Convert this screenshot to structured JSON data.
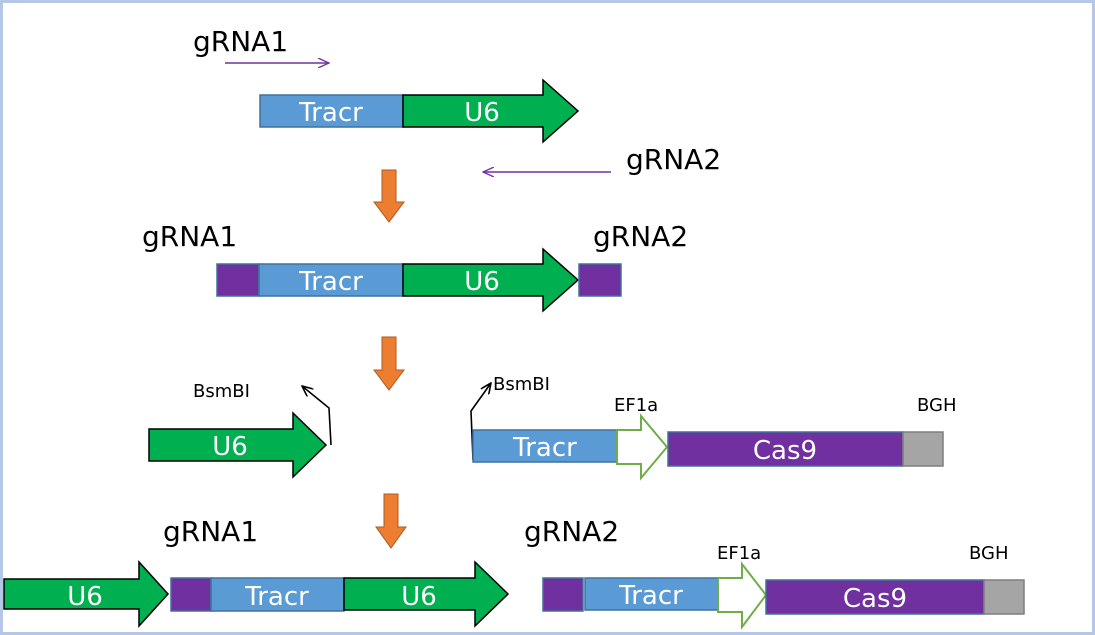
{
  "colors": {
    "frame": "#B4C7E7",
    "tracr_fill": "#5B9BD5",
    "tracr_stroke": "#41719C",
    "u6_fill": "#00B050",
    "u6_stroke": "#000000",
    "purple_fill": "#7030A0",
    "purple_stroke": "#41719C",
    "grey_fill": "#A5A5A5",
    "ef1a_stroke": "#70AD47",
    "orange_fill": "#ED7D31",
    "orange_stroke": "#AE5A21",
    "primer": "#7030A0",
    "label_text": "#000000",
    "inner_text": "#FFFFFF"
  },
  "labels": {
    "gRNA1": "gRNA1",
    "gRNA2": "gRNA2",
    "tracr": "Tracr",
    "u6": "U6",
    "bsmbi": "BsmBI",
    "ef1a": "EF1a",
    "cas9": "Cas9",
    "bgh": "BGH"
  }
}
